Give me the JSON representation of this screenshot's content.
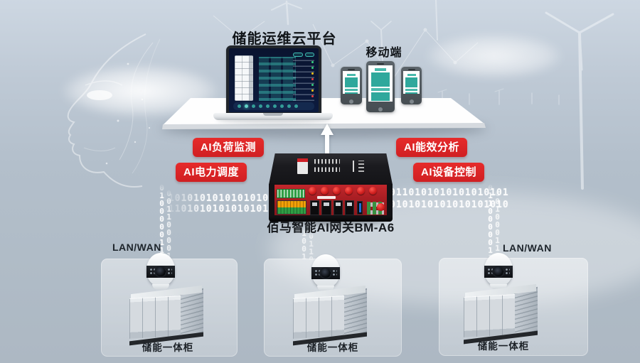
{
  "colors": {
    "badge_red": "#df2428",
    "gateway_panel_red": "#a81e23",
    "teal_accent": "#2fa89c",
    "screen_navy": "#0a1430",
    "wifi_blue": "#3e78be"
  },
  "cloud_platform": {
    "title": "储能运维云平台"
  },
  "mobile": {
    "title": "移动端"
  },
  "gateway": {
    "name": "佰马智能AI网关BM-A6"
  },
  "ai_capabilities": {
    "load_monitoring": "AI负荷监测",
    "power_dispatch": "AI电力调度",
    "energy_analysis": "AI能效分析",
    "device_control": "AI设备控制"
  },
  "network": {
    "lan_left": "LAN/WAN",
    "lan_right": "LAN/WAN"
  },
  "cabinets": {
    "left": "储能一体柜",
    "middle": "储能一体柜",
    "right": "储能一体柜"
  },
  "binary": {
    "h_left_top": "1101010101010101010",
    "h_left_bottom": "0110101010101010101",
    "h_right_top": "0110101010101010101",
    "h_right_bottom": "0101010101010101010",
    "v_left_a": "0100000111010",
    "v_left_b": "0011000011",
    "v_mid_a": "10011010",
    "v_mid_b": "01100101",
    "v_right_a": "0110000011010",
    "v_right_b": "0010001101"
  }
}
